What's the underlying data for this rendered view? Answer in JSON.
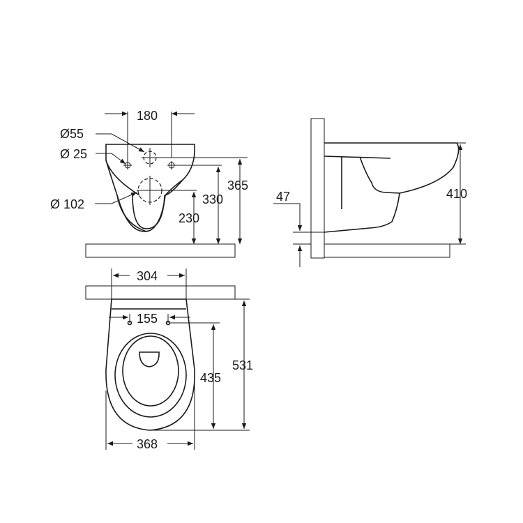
{
  "diagram": {
    "type": "technical-drawing",
    "subject": "wall-hung toilet dimensions",
    "line_color": "#1a1a1a",
    "background": "#ffffff"
  },
  "front_view": {
    "width_between_bolts": "180",
    "d_outlet": "Ø55",
    "d_bolts": "Ø 25",
    "d_waste": "Ø 102",
    "h_waste": "230",
    "h_bolts": "330",
    "h_inlet": "365"
  },
  "side_view": {
    "depth_offset": "47",
    "height": "410"
  },
  "top_view": {
    "rear_width": "304",
    "bolt_spacing": "155",
    "bolt_depth": "435",
    "total_depth": "531",
    "max_width": "368"
  }
}
